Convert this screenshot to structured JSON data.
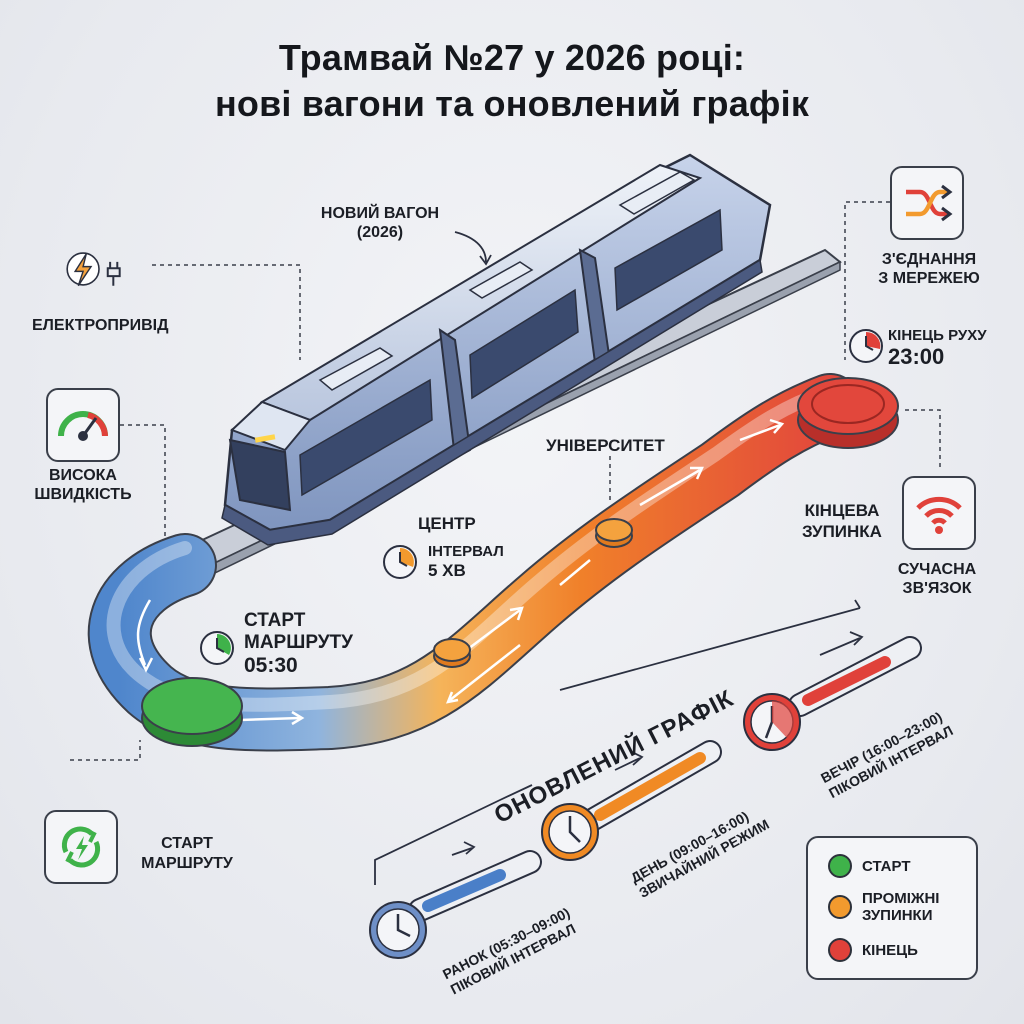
{
  "title": {
    "line1": "Трамвай №27 у 2026 році:",
    "line2": "нові вагони та оновлений графік"
  },
  "tram": {
    "label_line1": "Новий вагон",
    "label_line2": "(2026)"
  },
  "features": {
    "electric": {
      "label": "Електропривід",
      "icon": "lightning-plug-icon"
    },
    "speed": {
      "label_line1": "Висока",
      "label_line2": "швидкість",
      "icon": "speedometer-icon"
    },
    "network": {
      "label_line1": "З'єднання",
      "label_line2": "з мережею",
      "icon": "shuffle-arrows-icon"
    },
    "connectivity": {
      "label_line1": "Сучасна",
      "label_line2": "зв'язок",
      "icon": "wifi-icon"
    },
    "eco": {
      "icon": "eco-energy-icon"
    }
  },
  "route": {
    "start_top": {
      "line1": "Старт",
      "line2": "маршруту",
      "time": "05:30"
    },
    "start_bottom": {
      "line1": "Старт",
      "line2": "маршруту"
    },
    "center": {
      "name": "Центр",
      "interval_line1": "Інтервал",
      "interval_line2": "5 хв"
    },
    "university": {
      "name": "Університет"
    },
    "terminal": {
      "line1": "Кінцева",
      "line2": "зупинка"
    },
    "end_of_service": {
      "label": "Кінець руху",
      "time": "23:00"
    }
  },
  "schedule": {
    "title": "Оновлений графік",
    "periods": [
      {
        "line1": "Ранок (05:30–09:00)",
        "line2": "Піковий інтервал",
        "color": "#4a7fc8"
      },
      {
        "line1": "День (09:00–16:00)",
        "line2": "Звичайний режим",
        "color": "#f08a24"
      },
      {
        "line1": "Вечір (16:00–23:00)",
        "line2": "Піковий інтервал",
        "color": "#e0413a"
      }
    ]
  },
  "legend": [
    {
      "label_line1": "Старт",
      "label_line2": "",
      "color": "#3fb24a"
    },
    {
      "label_line1": "Проміжні",
      "label_line2": "зупинки",
      "color": "#f29a2e"
    },
    {
      "label_line1": "Кінець",
      "label_line2": "",
      "color": "#e0413a"
    }
  ],
  "colors": {
    "start": "#3fb24a",
    "middle": "#f29a2e",
    "end": "#e0413a",
    "tram": "#8fa3c8",
    "route_start": "#5a8fd0"
  }
}
